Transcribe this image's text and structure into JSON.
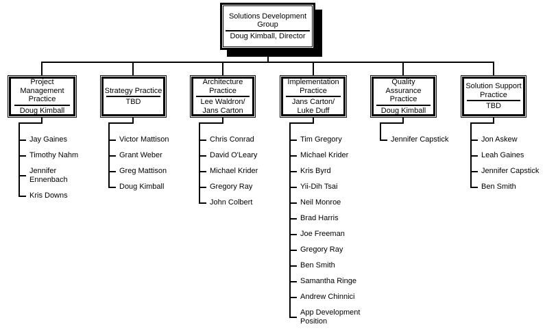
{
  "colors": {
    "line": "#000000",
    "background": "#ffffff",
    "shadow": "#000000"
  },
  "root": {
    "title": "Solutions Development\nGroup",
    "manager": "Doug Kimball, Director"
  },
  "columns": [
    {
      "title": "Project\nManagement\nPractice",
      "manager": "Doug Kimball",
      "names": [
        "Jay Gaines",
        "Timothy Nahm",
        "Jennifer\nEnnenbach",
        "Kris Downs"
      ]
    },
    {
      "title": "Strategy Practice",
      "manager": "TBD",
      "names": [
        "Victor Mattison",
        "Grant Weber",
        "Greg Mattison",
        "Doug Kimball"
      ]
    },
    {
      "title": "Architecture\nPractice",
      "manager": "Lee Waldron/\nJans Carton",
      "names": [
        "Chris Conrad",
        "David O'Leary",
        "Michael Krider",
        "Gregory Ray",
        "John Colbert"
      ]
    },
    {
      "title": "Implementation\nPractice",
      "manager": "Jans Carton/\nLuke Duff",
      "names": [
        "Tim Gregory",
        "Michael Krider",
        "Kris Byrd",
        "Yii-Dih Tsai",
        "Neil Monroe",
        "Brad Harris",
        "Joe Freeman",
        "Gregory Ray",
        "Ben Smith",
        "Samantha Ringe",
        "Andrew Chinnici",
        "App Development\nPosition"
      ]
    },
    {
      "title": "Quality\nAssurance\nPractice",
      "manager": "Doug Kimball",
      "names": [
        "Jennifer Capstick"
      ]
    },
    {
      "title": "Solution Support\nPractice",
      "manager": "TBD",
      "names": [
        "Jon Askew",
        "Leah Gaines",
        "Jennifer Capstick",
        "Ben Smith"
      ]
    }
  ]
}
